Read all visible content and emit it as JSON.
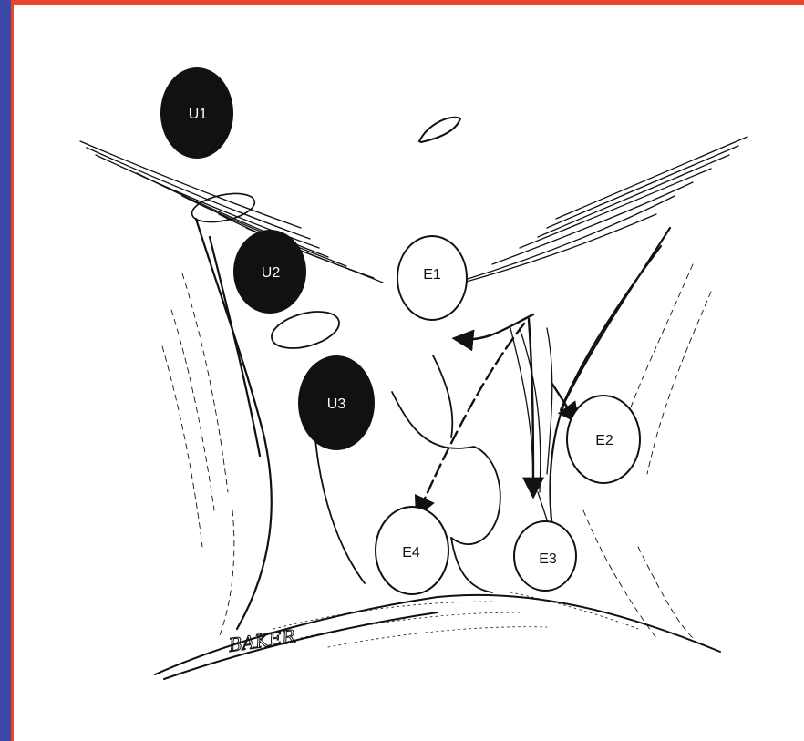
{
  "colors": {
    "frame_top": "#e8452a",
    "frame_left": "#3d49a8",
    "ink": "#111111",
    "paper": "#ffffff"
  },
  "labels": {
    "u1": "U1",
    "u2": "U2",
    "u3": "U3",
    "e1": "E1",
    "e2": "E2",
    "e3": "E3",
    "e4": "E4"
  },
  "signature": "BAKER"
}
